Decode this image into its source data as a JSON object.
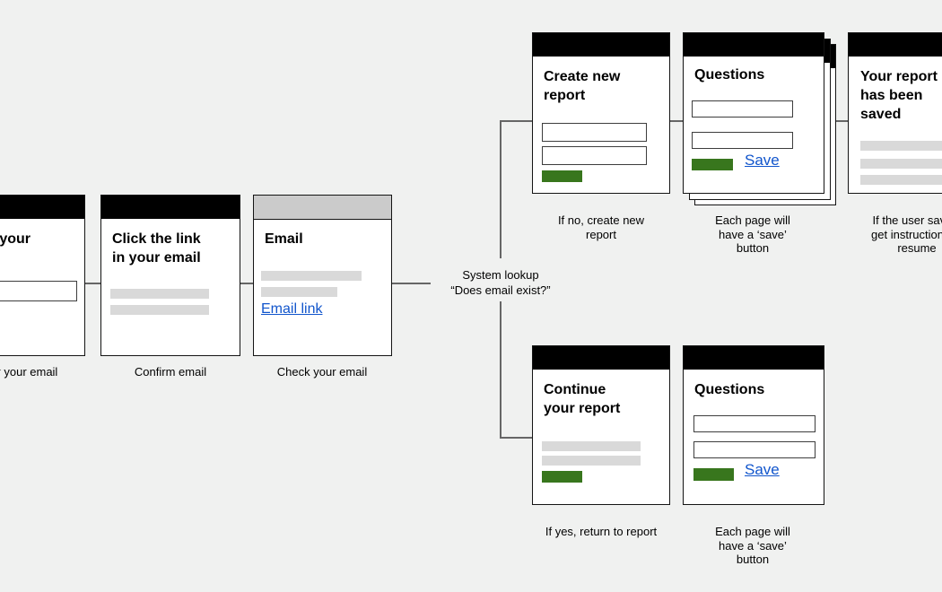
{
  "flow": {
    "connector_label_line1": "System lookup",
    "connector_label_line2": "“Does email exist?”"
  },
  "cards": {
    "enter_email": {
      "title": "Enter your email",
      "caption": "Enter your email"
    },
    "click_link": {
      "title": "Click the link in your email",
      "caption": "Confirm email"
    },
    "email": {
      "title": "Email",
      "link_label": "Email link",
      "caption": "Check your email"
    },
    "create_report": {
      "title": "Create new report",
      "caption": "If no, create new report"
    },
    "questions_top": {
      "title": "Questions",
      "save_label": "Save",
      "caption": "Each page will have a ‘save’ button"
    },
    "report_saved": {
      "title": "Your report has been saved",
      "caption": "If the user saves, get instructions to resume"
    },
    "continue_report": {
      "title": "Continue your report",
      "caption": "If yes, return to report"
    },
    "questions_bottom": {
      "title": "Questions",
      "save_label": "Save",
      "caption": "Each page will have a ‘save’ button"
    }
  },
  "colors": {
    "background": "#f0f1f0",
    "header_black": "#000000",
    "header_gray": "#cbcbcb",
    "placeholder_gray": "#d9d9d9",
    "button_green": "#38761d",
    "link_blue": "#1155cc",
    "connector_gray": "#666666"
  }
}
